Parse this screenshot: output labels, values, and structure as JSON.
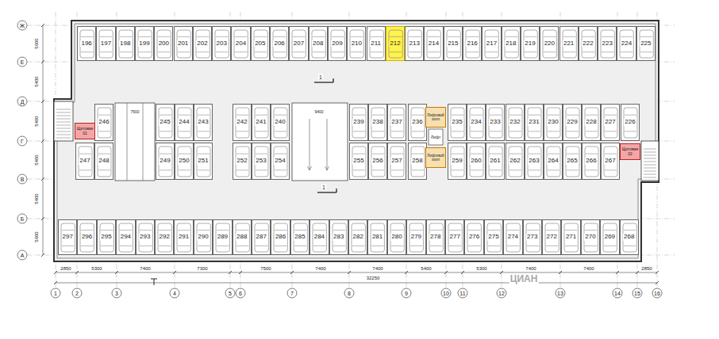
{
  "diagram": {
    "nodes": [
      {
        "text": [
          "196"
        ]
      },
      {
        "text": [
          "197"
        ]
      },
      {
        "text": [
          "198"
        ]
      },
      {
        "text": [
          "199"
        ]
      },
      {
        "text": [
          "200"
        ]
      },
      {
        "text": [
          "201"
        ]
      },
      {
        "text": [
          "202"
        ]
      },
      {
        "text": [
          "203"
        ]
      },
      {
        "text": [
          "204"
        ]
      },
      {
        "text": [
          "205"
        ]
      },
      {
        "text": [
          "206"
        ]
      },
      {
        "text": [
          "207"
        ]
      },
      {
        "text": [
          "208"
        ]
      },
      {
        "text": [
          "209"
        ]
      },
      {
        "text": [
          "210"
        ]
      },
      {
        "text": [
          "211"
        ]
      },
      {
        "text": [
          "212"
        ]
      },
      {
        "text": [
          "213"
        ]
      },
      {
        "text": [
          "214"
        ]
      },
      {
        "text": [
          "215"
        ]
      },
      {
        "text": [
          "216"
        ]
      },
      {
        "text": [
          "217"
        ]
      },
      {
        "text": [
          "218"
        ]
      },
      {
        "text": [
          "219"
        ]
      },
      {
        "text": [
          "220"
        ]
      },
      {
        "text": [
          "221"
        ]
      },
      {
        "text": [
          "222"
        ]
      },
      {
        "text": [
          "223"
        ]
      },
      {
        "text": [
          "224"
        ]
      },
      {
        "text": [
          "225"
        ]
      },
      {
        "text": [
          "246"
        ]
      },
      {
        "text": [
          "245"
        ]
      },
      {
        "text": [
          "244"
        ]
      },
      {
        "text": [
          "243"
        ]
      },
      {
        "text": [
          "242"
        ]
      },
      {
        "text": [
          "241"
        ]
      },
      {
        "text": [
          "240"
        ]
      },
      {
        "text": [
          "239"
        ]
      },
      {
        "text": [
          "238"
        ]
      },
      {
        "text": [
          "237"
        ]
      },
      {
        "text": [
          "236"
        ]
      },
      {
        "text": [
          "235"
        ]
      },
      {
        "text": [
          "234"
        ]
      },
      {
        "text": [
          "233"
        ]
      },
      {
        "text": [
          "232"
        ]
      },
      {
        "text": [
          "231"
        ]
      },
      {
        "text": [
          "230"
        ]
      },
      {
        "text": [
          "229"
        ]
      },
      {
        "text": [
          "228"
        ]
      },
      {
        "text": [
          "227"
        ]
      },
      {
        "text": [
          "226"
        ]
      },
      {
        "text": [
          "247"
        ]
      },
      {
        "text": [
          "248"
        ]
      },
      {
        "text": [
          "249"
        ]
      },
      {
        "text": [
          "250"
        ]
      },
      {
        "text": [
          "251"
        ]
      },
      {
        "text": [
          "252"
        ]
      },
      {
        "text": [
          "253"
        ]
      },
      {
        "text": [
          "254"
        ]
      },
      {
        "text": [
          "255"
        ]
      },
      {
        "text": [
          "256"
        ]
      },
      {
        "text": [
          "257"
        ]
      },
      {
        "text": [
          "258"
        ]
      },
      {
        "text": [
          "259"
        ]
      },
      {
        "text": [
          "260"
        ]
      },
      {
        "text": [
          "261"
        ]
      },
      {
        "text": [
          "262"
        ]
      },
      {
        "text": [
          "263"
        ]
      },
      {
        "text": [
          "264"
        ]
      },
      {
        "text": [
          "265"
        ]
      },
      {
        "text": [
          "266"
        ]
      },
      {
        "text": [
          "267"
        ]
      },
      {
        "text": [
          "297"
        ]
      },
      {
        "text": [
          "296"
        ]
      },
      {
        "text": [
          "295"
        ]
      },
      {
        "text": [
          "294"
        ]
      },
      {
        "text": [
          "293"
        ]
      },
      {
        "text": [
          "292"
        ]
      },
      {
        "text": [
          "291"
        ]
      },
      {
        "text": [
          "290"
        ]
      },
      {
        "text": [
          "289"
        ]
      },
      {
        "text": [
          "288"
        ]
      },
      {
        "text": [
          "287"
        ]
      },
      {
        "text": [
          "286"
        ]
      },
      {
        "text": [
          "285"
        ]
      },
      {
        "text": [
          "284"
        ]
      },
      {
        "text": [
          "283"
        ]
      },
      {
        "text": [
          "282"
        ]
      },
      {
        "text": [
          "281"
        ]
      },
      {
        "text": [
          "280"
        ]
      },
      {
        "text": [
          "279"
        ]
      },
      {
        "text": [
          "278"
        ]
      },
      {
        "text": [
          "277"
        ]
      },
      {
        "text": [
          "276"
        ]
      },
      {
        "text": [
          "275"
        ]
      },
      {
        "text": [
          "274"
        ]
      },
      {
        "text": [
          "273"
        ]
      },
      {
        "text": [
          "272"
        ]
      },
      {
        "text": [
          "271"
        ]
      },
      {
        "text": [
          "270"
        ]
      },
      {
        "text": [
          "269"
        ]
      },
      {
        "text": [
          "268"
        ]
      },
      {
        "text": [
          "Щитовая 01"
        ]
      },
      {
        "text": [
          "Щитовая 02"
        ]
      },
      {
        "text": [
          "Лифтовой холл"
        ]
      },
      {
        "text": [
          "Лифтовой холл"
        ]
      }
    ],
    "labels": [
      "Ж",
      "Е",
      "Д",
      "Г",
      "В",
      "Б",
      "А",
      "1",
      "2",
      "3",
      "4",
      "5",
      "6",
      "7",
      "8",
      "9",
      "10",
      "11",
      "12",
      "13",
      "14",
      "15",
      "16",
      "Лифт",
      "1",
      "1",
      "7500",
      "9400",
      "5600",
      "5400",
      "5400",
      "5400",
      "5400",
      "5600",
      "2850",
      "5300",
      "7400",
      "7300",
      "7500",
      "7400",
      "7400",
      "5400",
      "5300",
      "7400",
      "7400",
      "2850",
      "32250",
      "ЦИАН"
    ]
  }
}
